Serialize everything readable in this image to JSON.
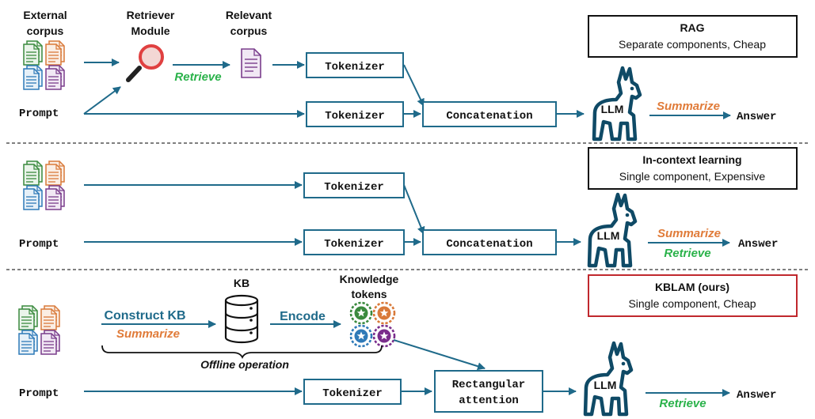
{
  "panels": {
    "rag": {
      "title": "RAG",
      "subtitle": "Separate components, Cheap",
      "external_corpus": [
        "External",
        "corpus"
      ],
      "retriever": [
        "Retriever",
        "Module"
      ],
      "relevant_corpus": [
        "Relevant",
        "corpus"
      ],
      "retrieve_label": "Retrieve",
      "prompt": "Prompt",
      "tokenizer_top": "Tokenizer",
      "tokenizer_bottom": "Tokenizer",
      "concat": "Concatenation",
      "llm": "LLM",
      "summarize_label": "Summarize",
      "answer": "Answer"
    },
    "icl": {
      "title": "In-context learning",
      "subtitle": "Single component, Expensive",
      "prompt": "Prompt",
      "tokenizer_top": "Tokenizer",
      "tokenizer_bottom": "Tokenizer",
      "concat": "Concatenation",
      "llm": "LLM",
      "summarize_label": "Summarize",
      "retrieve_label": "Retrieve",
      "answer": "Answer"
    },
    "kblam": {
      "title": "KBLAM (ours)",
      "subtitle": "Single component, Cheap",
      "construct_label": "Construct KB",
      "summarize_label": "Summarize",
      "kb_label": "KB",
      "encode_label": "Encode",
      "knowledge_tokens": [
        "Knowledge",
        "tokens"
      ],
      "offline_label": "Offline operation",
      "prompt": "Prompt",
      "tokenizer": "Tokenizer",
      "rect_attention": [
        "Rectangular",
        "attention"
      ],
      "llm": "LLM",
      "retrieve_label": "Retrieve",
      "answer": "Answer"
    }
  },
  "colors": {
    "arrow": "#1f6a8a",
    "retrieve_green": "#2ab24a",
    "summarize_orange": "#e07b39",
    "encode_blue": "#1f6a8a",
    "kblam_border": "#c0282d",
    "llama": "#0f4a66",
    "doc_green": "#3b8a3e",
    "doc_orange": "#d97a3a",
    "doc_blue": "#2f7ab8",
    "doc_purple": "#7a3d8c",
    "token_purple": "#7a2d8c"
  },
  "icons": [
    "document-stack-icon",
    "magnifier-icon",
    "document-icon",
    "database-icon",
    "knowledge-token-icon",
    "llama-icon"
  ]
}
